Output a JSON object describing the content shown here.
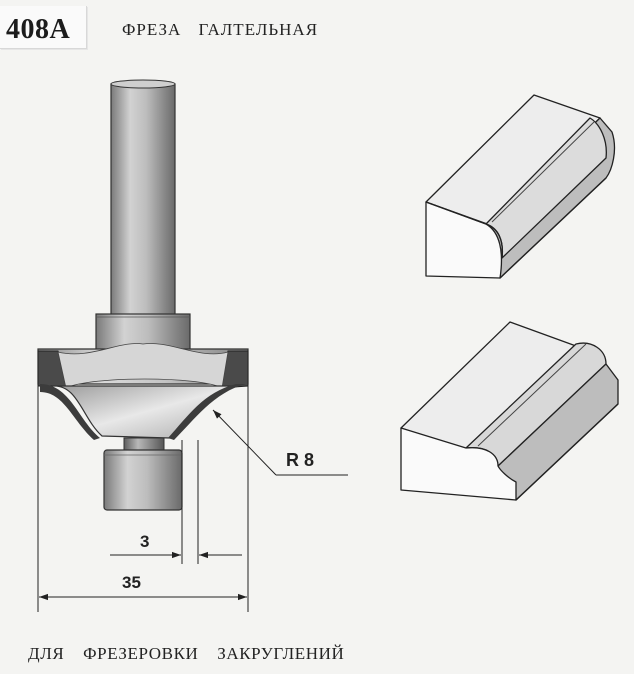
{
  "header": {
    "code": "408A",
    "title": "ФРЕЗА ГАЛТЕЛЬНАЯ"
  },
  "drawing": {
    "radius_label": "R 8",
    "dim_small": "3",
    "dim_large": "35"
  },
  "footer": {
    "caption": "ДЛЯ ФРЕЗЕРОВКИ ЗАКРУГЛЕНИЙ"
  }
}
